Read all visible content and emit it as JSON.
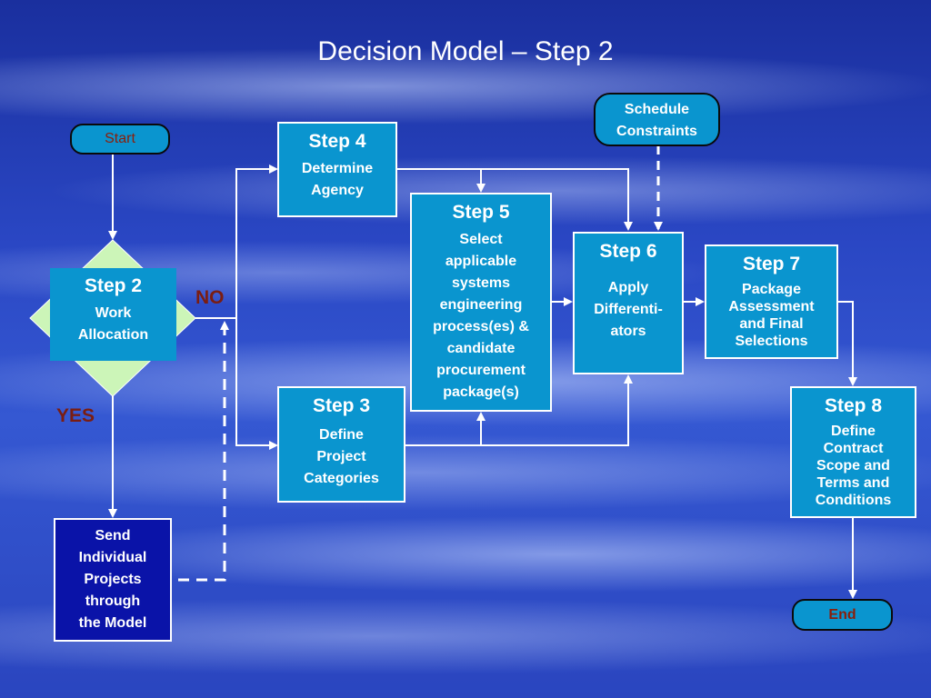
{
  "title": "Decision Model – Step 2",
  "terminals": {
    "start": "Start",
    "end": "End"
  },
  "schedule": {
    "line1": "Schedule",
    "line2": "Constraints"
  },
  "step2": {
    "step": "Step 2",
    "desc1": "Work",
    "desc2": "Allocation"
  },
  "step3": {
    "step": "Step 3",
    "desc1": "Define",
    "desc2": "Project",
    "desc3": "Categories"
  },
  "step4": {
    "step": "Step 4",
    "desc1": "Determine",
    "desc2": "Agency"
  },
  "step5": {
    "step": "Step 5",
    "desc": [
      "Select",
      "applicable",
      "systems",
      "engineering",
      "process(es) &",
      "candidate",
      "procurement",
      "package(s)"
    ]
  },
  "step6": {
    "step": "Step 6",
    "desc1": "Apply",
    "desc2": "Differenti-",
    "desc3": "ators"
  },
  "step7": {
    "step": "Step 7",
    "desc": [
      "Package",
      "Assessment",
      "and Final",
      "Selections"
    ]
  },
  "step8": {
    "step": "Step 8",
    "desc": [
      "Define",
      "Contract",
      "Scope and",
      "Terms and",
      "Conditions"
    ]
  },
  "send": {
    "lines": [
      "Send",
      "Individual",
      "Projects",
      "through",
      "the Model"
    ]
  },
  "labels": {
    "no": "NO",
    "yes": "YES"
  },
  "colors": {
    "box": "#0a95cf",
    "send_box": "#0a13a8",
    "label_text": "#7a1d12",
    "terminal_text": "#8b1e0a",
    "diamond": "#ccf5b8"
  }
}
